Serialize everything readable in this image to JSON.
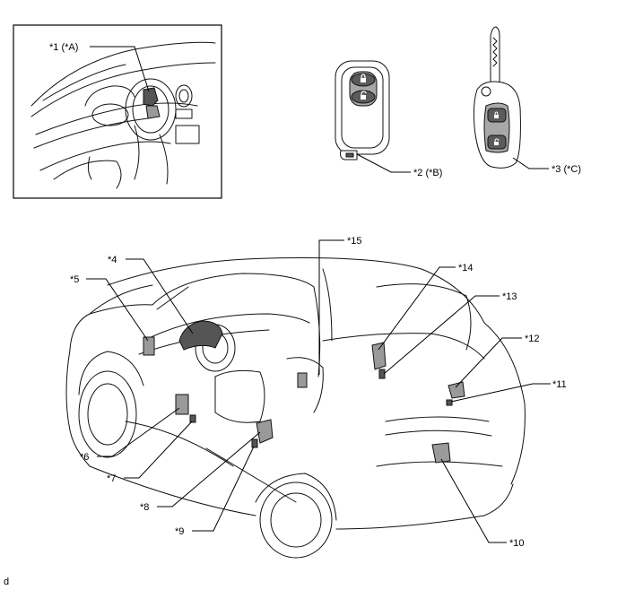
{
  "callouts": {
    "c1": "*1 (*A)",
    "c2": "*2 (*B)",
    "c3": "*3 (*C)",
    "c4": "*4",
    "c5": "*5",
    "c6": "*6",
    "c7": "*7",
    "c8": "*8",
    "c9": "*9",
    "c10": "*10",
    "c11": "*11",
    "c12": "*12",
    "c13": "*13",
    "c14": "*14",
    "c15": "*15"
  },
  "corner_mark": "d",
  "colors": {
    "line": "#000000",
    "component_fill": "#9a9a9a",
    "button_fill": "#5b5b5b"
  }
}
